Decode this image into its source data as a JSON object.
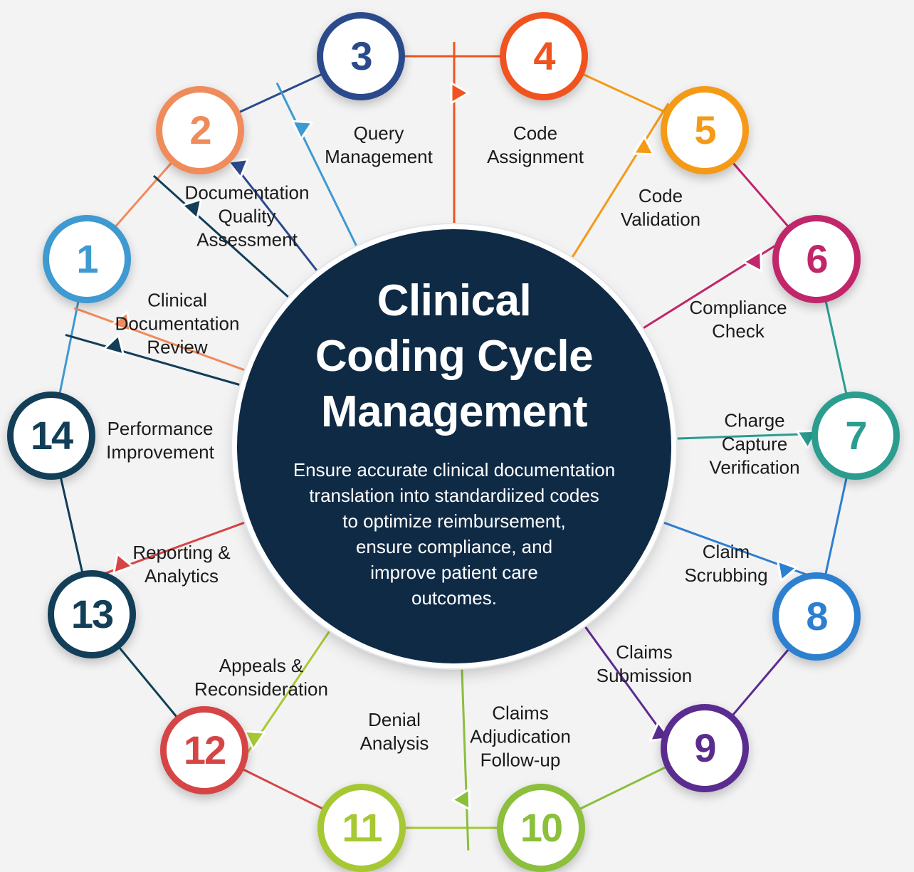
{
  "title_lines": [
    "Clinical",
    "Coding Cycle",
    "Management"
  ],
  "description_lines": [
    "Ensure accurate clinical documentation",
    "translation into standardiized codes",
    "to optimize reimbursement,",
    "ensure compliance, and",
    "improve patient care",
    "outcomes."
  ],
  "steps": [
    {
      "number": "1",
      "label": [
        "Clinical",
        "Documentation",
        "Review"
      ],
      "color": "#3e9ad0"
    },
    {
      "number": "2",
      "label": [
        "Documentation",
        "Quality",
        "Assessment"
      ],
      "color": "#f08b5b"
    },
    {
      "number": "3",
      "label": [
        "Query",
        "Management"
      ],
      "color": "#2b4a8c"
    },
    {
      "number": "4",
      "label": [
        "Code",
        "Assignment"
      ],
      "color": "#f0531f"
    },
    {
      "number": "5",
      "label": [
        "Code",
        "Validation"
      ],
      "color": "#f59a16"
    },
    {
      "number": "6",
      "label": [
        "Compliance",
        "Check"
      ],
      "color": "#c1266a"
    },
    {
      "number": "7",
      "label": [
        "Charge",
        "Capture",
        "Verification"
      ],
      "color": "#2a9d8f"
    },
    {
      "number": "8",
      "label": [
        "Claim",
        "Scrubbing"
      ],
      "color": "#2d7fd0"
    },
    {
      "number": "9",
      "label": [
        "Claims",
        "Submission"
      ],
      "color": "#5b2c8f"
    },
    {
      "number": "10",
      "label": [
        "Claims",
        "Adjudication",
        "Follow-up"
      ],
      "color": "#8bbf3c"
    },
    {
      "number": "11",
      "label": [
        "Denial",
        "Analysis"
      ],
      "color": "#a6c832"
    },
    {
      "number": "12",
      "label": [
        "Appeals &",
        "Reconsideration"
      ],
      "color": "#d64545"
    },
    {
      "number": "13",
      "label": [
        "Reporting &",
        "Analytics"
      ],
      "color": "#123e58"
    },
    {
      "number": "14",
      "label": [
        "Performance",
        "Improvement"
      ],
      "color": "#123e58"
    }
  ]
}
